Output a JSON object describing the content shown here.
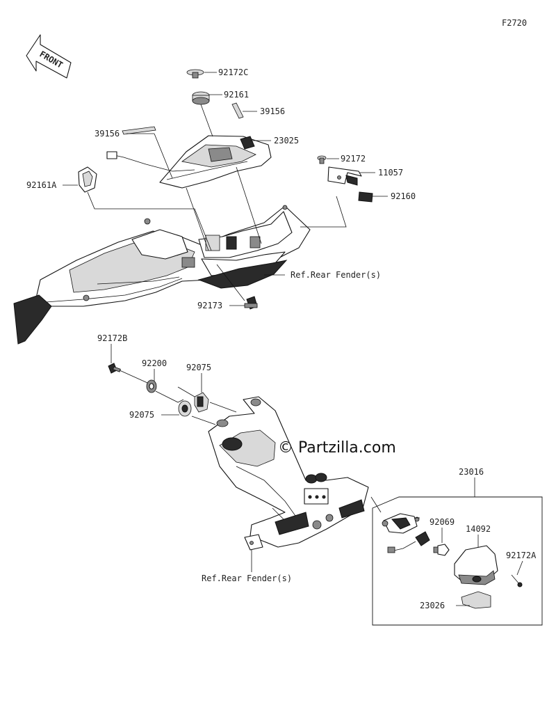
{
  "figure_id": "F2720",
  "front_label": "FRONT",
  "watermark": "© Partzilla.com",
  "callouts": {
    "p92172C": "92172C",
    "p92161": "92161",
    "p39156_right": "39156",
    "p39156_left": "39156",
    "p23025": "23025",
    "p92172": "92172",
    "p11057": "11057",
    "p92161A": "92161A",
    "p92160": "92160",
    "ref_rear_fender_upper": "Ref.Rear Fender(s)",
    "p92173": "92173",
    "p92172B": "92172B",
    "p92200": "92200",
    "p92075_upper": "92075",
    "p92075_lower": "92075",
    "p23016": "23016",
    "p92069": "92069",
    "p14092": "14092",
    "p92172A": "92172A",
    "ref_rear_fender_lower": "Ref.Rear Fender(s)",
    "p23026": "23026"
  }
}
